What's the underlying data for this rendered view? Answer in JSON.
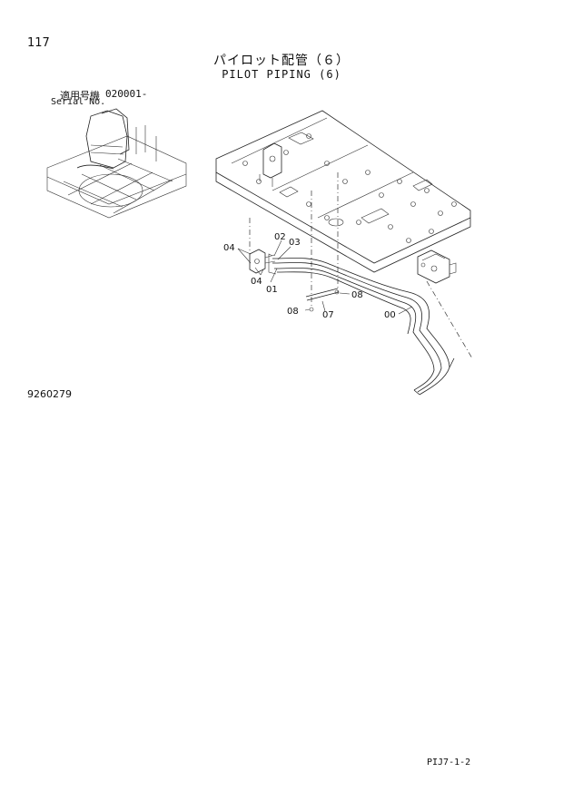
{
  "header": {
    "page_number": "117",
    "title_jp": "パイロット配管（６）",
    "title_en": "PILOT PIPING (6)"
  },
  "serial": {
    "label_jp": "適用号機",
    "value": "020001-",
    "label_en": "Serial No."
  },
  "callouts": {
    "c00": "00",
    "c01": "01",
    "c02": "02",
    "c03": "03",
    "c04a": "04",
    "c04b": "04",
    "c07": "07",
    "c08a": "08",
    "c08b": "08"
  },
  "footer": {
    "drawing_number": "9260279",
    "sheet_code": "PIJ7-1-2"
  }
}
